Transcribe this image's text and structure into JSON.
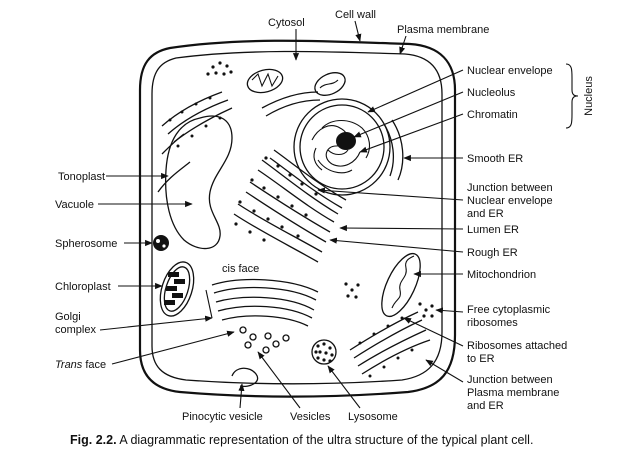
{
  "labels": {
    "cytosol": "Cytosol",
    "cell_wall": "Cell wall",
    "plasma_membrane": "Plasma membrane",
    "nuclear_envelope": "Nuclear envelope",
    "nucleolus": "Nucleolus",
    "chromatin": "Chromatin",
    "nucleus": "Nucleus",
    "smooth_er": "Smooth ER",
    "junction_ne_er_1": "Junction between",
    "junction_ne_er_2": "Nuclear envelope",
    "junction_ne_er_3": "and ER",
    "lumen_er": "Lumen ER",
    "rough_er": "Rough ER",
    "mitochondrion": "Mitochondrion",
    "free_ribosomes_1": "Free cytoplasmic",
    "free_ribosomes_2": "ribosomes",
    "ribosomes_attached_1": "Ribosomes attached",
    "ribosomes_attached_2": "to ER",
    "junction_pm_er_1": "Junction between",
    "junction_pm_er_2": "Plasma membrane",
    "junction_pm_er_3": "and ER",
    "tonoplast": "Tonoplast",
    "vacuole": "Vacuole",
    "spherosome": "Spherosome",
    "chloroplast": "Chloroplast",
    "golgi_1": "Golgi",
    "golgi_2": "complex",
    "cis_face": "cis face",
    "trans_face_italic": "Trans",
    "trans_face_rest": " face",
    "pinocytic_vesicle": "Pinocytic vesicle",
    "vesicles": "Vesicles",
    "lysosome": "Lysosome"
  },
  "caption": {
    "number": "Fig. 2.2.",
    "text": " A diagrammatic representation of the ultra structure of the typical plant cell."
  }
}
